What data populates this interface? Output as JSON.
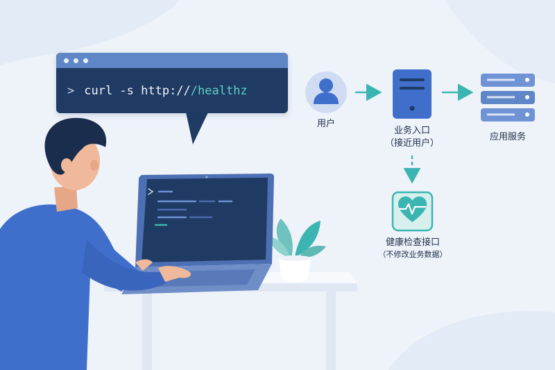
{
  "terminal": {
    "prompt": ">",
    "command": "curl -s http://",
    "path": "/healthz"
  },
  "nodes": {
    "user": {
      "label": "用户",
      "icon": "user-icon"
    },
    "entry": {
      "label": "业务入口",
      "sublabel": "（接近用户）",
      "icon": "server-icon"
    },
    "app": {
      "label": "应用服务",
      "icon": "server-stack-icon"
    },
    "health": {
      "label": "健康检查接口",
      "sublabel": "（不修改业务数据）",
      "icon": "heart-pulse-icon"
    }
  },
  "colors": {
    "accent_teal": "#3bb5b1",
    "primary_blue": "#3f6fcb",
    "dark_navy": "#1f3a63",
    "background": "#eef3fa"
  }
}
